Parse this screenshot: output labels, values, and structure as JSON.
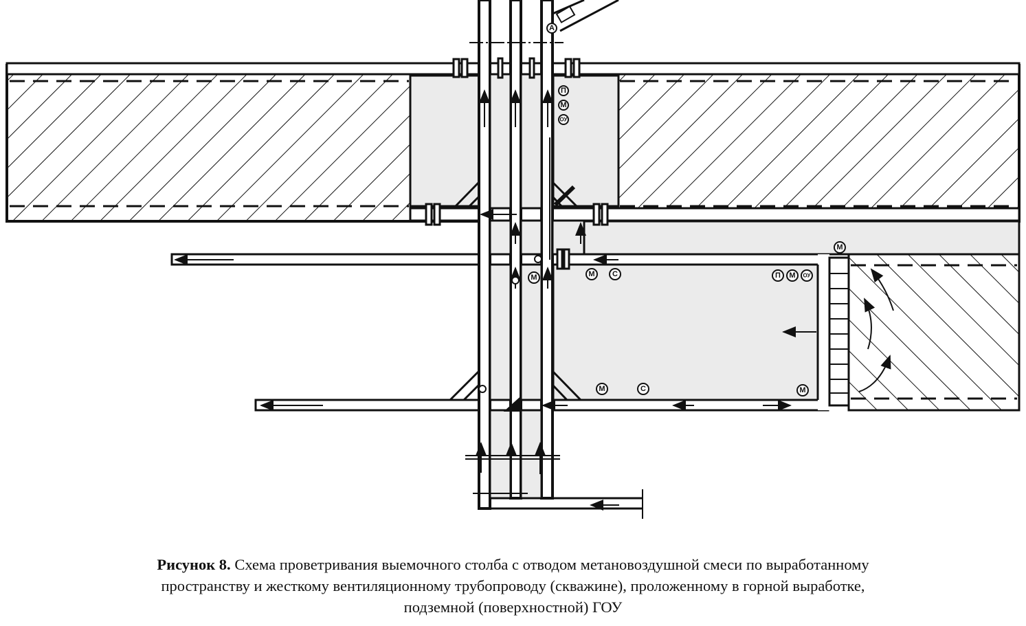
{
  "figure": {
    "caption_label": "Рисунок 8.",
    "caption_line1": " Схема проветривания выемочного столба с отводом метановоздушной смеси по выработанному",
    "caption_line2": "пространству и жесткому вентиляционному трубопроводу (скважине), проложенному в горной выработке,",
    "caption_line3": "подземной (поверхностной) ГОУ"
  },
  "sensors": {
    "a": "А",
    "p1": "П",
    "m1": "М",
    "ou1": "ОУ",
    "m2": "М",
    "m3": "М",
    "s3": "С",
    "m4": "М",
    "p5": "П",
    "m5": "М",
    "ou5": "ОУ",
    "m6": "М",
    "s6": "С",
    "m7": "М"
  },
  "colors": {
    "line": "#111111",
    "fill_grey": "#ebebeb"
  }
}
